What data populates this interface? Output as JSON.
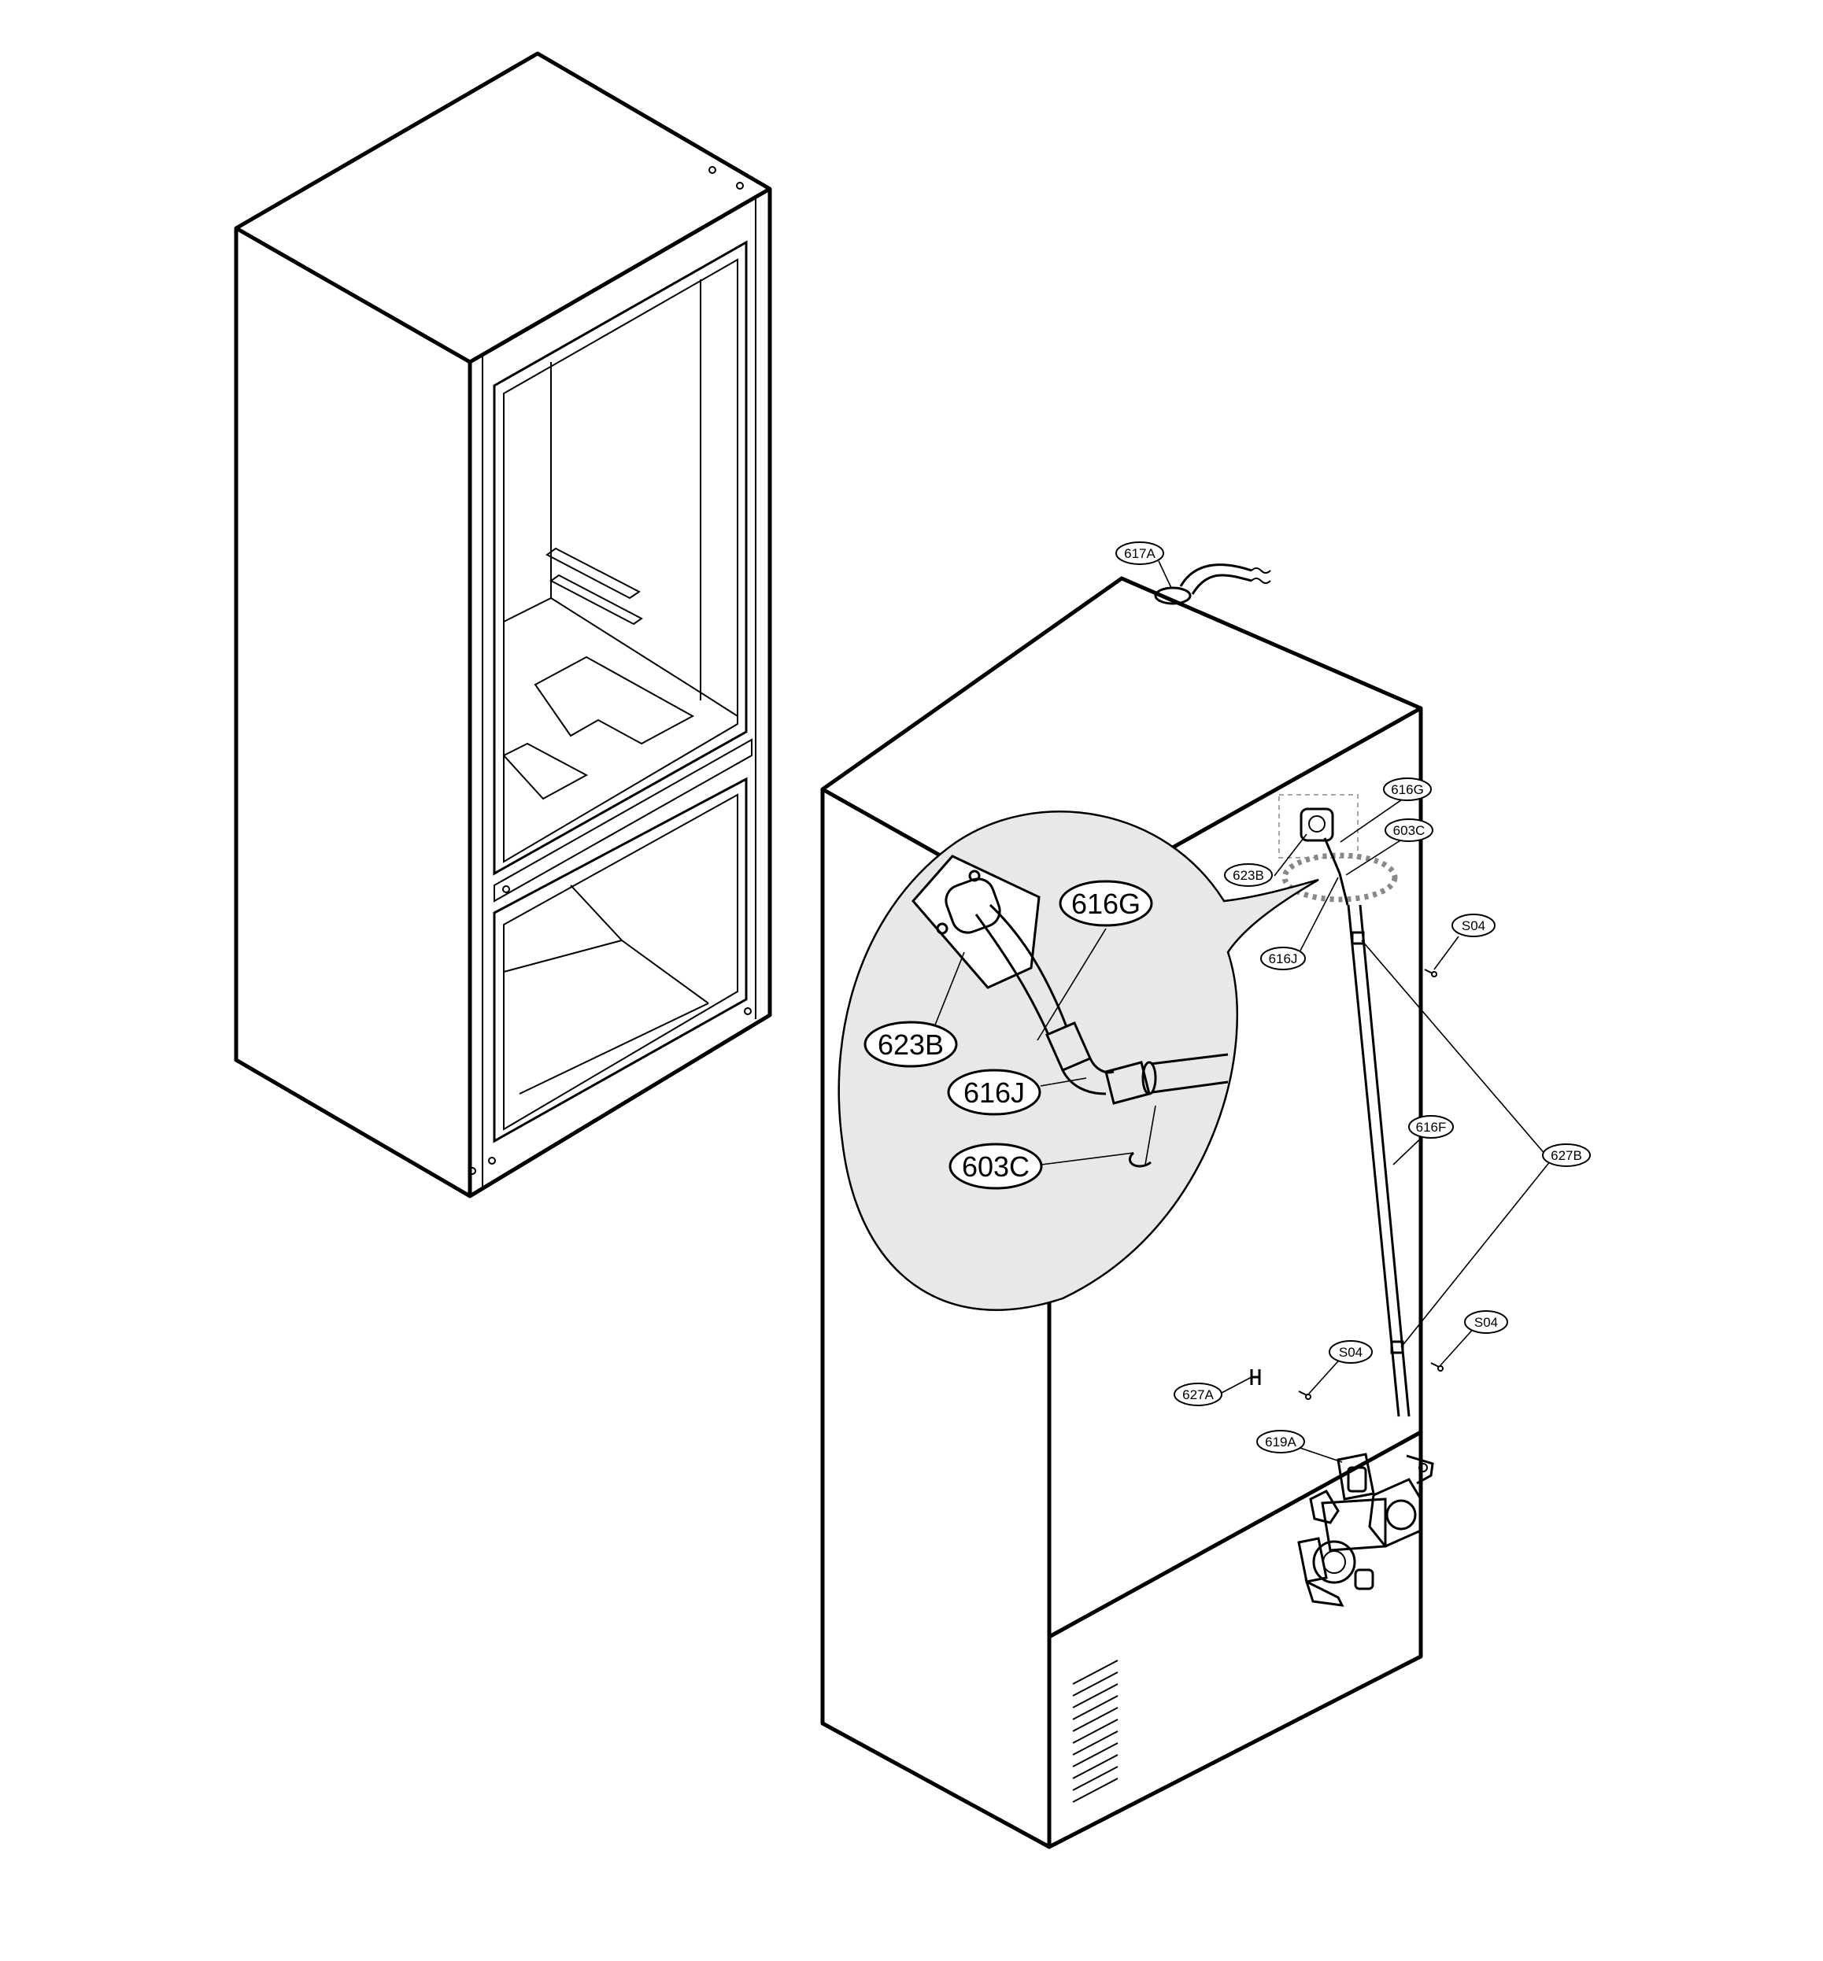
{
  "callouts": [
    {
      "id": "617A",
      "text": "617A"
    },
    {
      "id": "616G-small",
      "text": "616G"
    },
    {
      "id": "603C-small",
      "text": "603C"
    },
    {
      "id": "623B-small",
      "text": "623B"
    },
    {
      "id": "616J-small",
      "text": "616J"
    },
    {
      "id": "S04-a",
      "text": "S04"
    },
    {
      "id": "616F",
      "text": "616F"
    },
    {
      "id": "627B",
      "text": "627B"
    },
    {
      "id": "S04-b",
      "text": "S04"
    },
    {
      "id": "S04-c",
      "text": "S04"
    },
    {
      "id": "627A",
      "text": "627A"
    },
    {
      "id": "619A",
      "text": "619A"
    },
    {
      "id": "616G-big",
      "text": "616G"
    },
    {
      "id": "623B-big",
      "text": "623B"
    },
    {
      "id": "616J-big",
      "text": "616J"
    },
    {
      "id": "603C-big",
      "text": "603C"
    }
  ],
  "colors": {
    "line": "#000000",
    "detail_bubble": "#e8e8e8",
    "background": "#ffffff"
  }
}
